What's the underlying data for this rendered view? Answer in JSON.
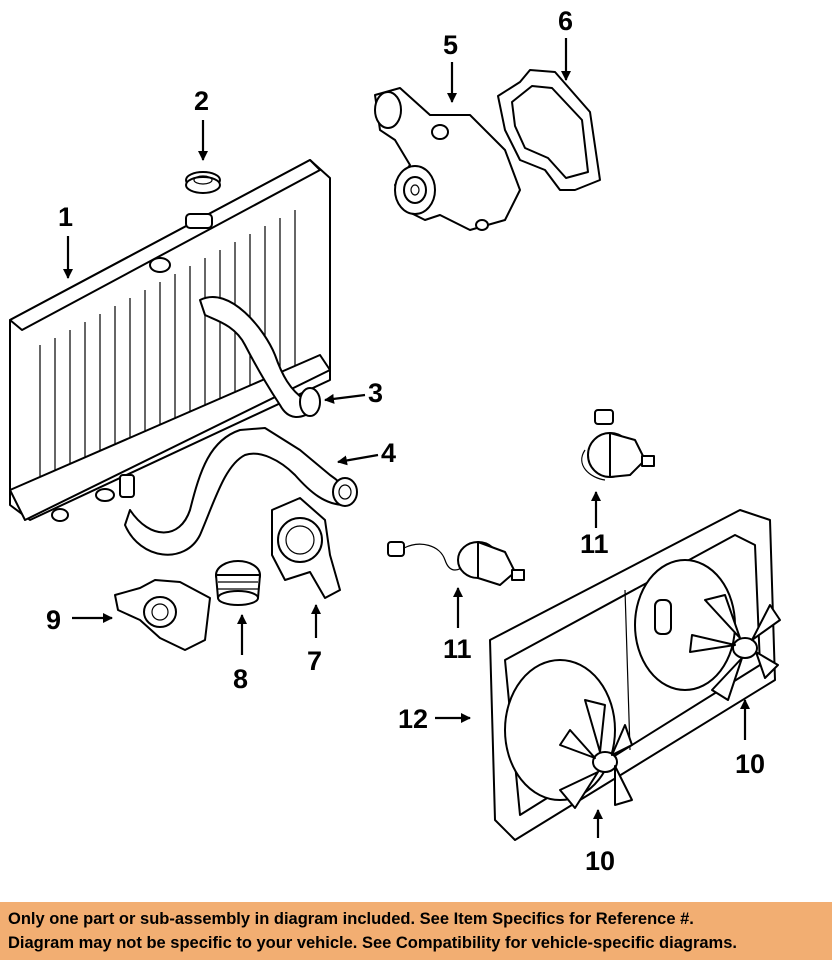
{
  "callouts": {
    "c1": "1",
    "c2": "2",
    "c3": "3",
    "c4": "4",
    "c5": "5",
    "c6": "6",
    "c7": "7",
    "c8": "8",
    "c9": "9",
    "c10a": "10",
    "c10b": "10",
    "c11a": "11",
    "c11b": "11",
    "c12": "12"
  },
  "notice": {
    "line1": "Only one part or sub-assembly in diagram included. See Item Specifics for Reference #.",
    "line2": "Diagram may not be specific to your vehicle. See Compatibility for vehicle-specific diagrams."
  },
  "colors": {
    "notice_background": "#f2ae72",
    "line_art": "#000000"
  }
}
